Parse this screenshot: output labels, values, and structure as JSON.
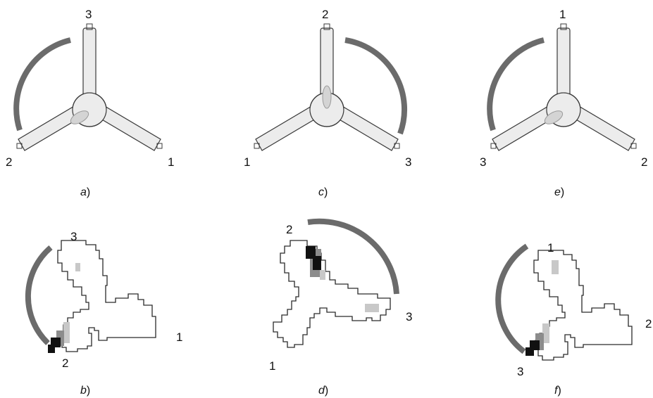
{
  "colors": {
    "arc": "#6b6b6b",
    "arc_highlight": "#9a9a9a",
    "arm_fill": "#ececec",
    "outline": "#3a3a3a",
    "spot_dark": "#111111",
    "spot_mid": "#8c8c8c",
    "spot_light": "#c8c8c8"
  },
  "panels": {
    "a": {
      "caption_letter": "a",
      "caption_suffix": ")",
      "labels": {
        "top": "3",
        "left": "2",
        "right": "1"
      }
    },
    "c": {
      "caption_letter": "c",
      "caption_suffix": ")",
      "labels": {
        "top": "2",
        "left": "1",
        "right": "3"
      }
    },
    "e": {
      "caption_letter": "e",
      "caption_suffix": ")",
      "labels": {
        "top": "1",
        "left": "3",
        "right": "2"
      }
    },
    "b": {
      "caption_letter": "b",
      "caption_suffix": ")",
      "labels": {
        "top": "3",
        "bottom": "2",
        "right": "1"
      }
    },
    "d": {
      "caption_letter": "d",
      "caption_suffix": ")",
      "labels": {
        "top": "2",
        "bottom": "1",
        "right": "3"
      }
    },
    "f": {
      "caption_letter": "f",
      "caption_suffix": ")",
      "labels": {
        "top": "1",
        "bottom": "3",
        "right": "2"
      }
    }
  }
}
